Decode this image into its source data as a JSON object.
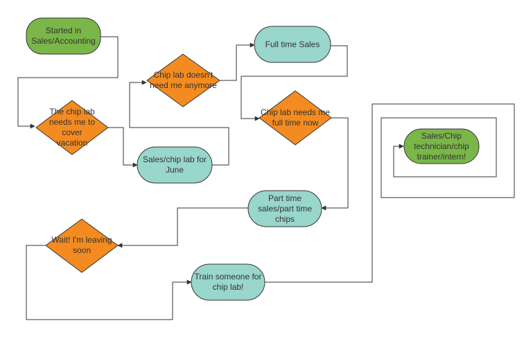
{
  "colors": {
    "green": "#7ab648",
    "teal": "#99d6cc",
    "orange": "#f38b21",
    "stroke": "#333333",
    "text": "#333333"
  },
  "nodes": {
    "started": "Started in\nSales/Accounting",
    "cover_vacation": "The chip lab\nneeds me to cover\nvacation",
    "sales_june": "Sales/chip lab for\nJune",
    "not_needed": "Chip lab doesn't\nneed me anymore",
    "full_time_sales": "Full time Sales",
    "full_time_now": "Chip lab needs me\nfull time now",
    "part_time": "Part time\nsales/part time\nchips",
    "leaving": "Wait! I'm leaving\nsoon",
    "train": "Train someone for\nchip lab!",
    "final": "Sales/Chip\ntechnician/chip\ntrainer/intern!"
  }
}
